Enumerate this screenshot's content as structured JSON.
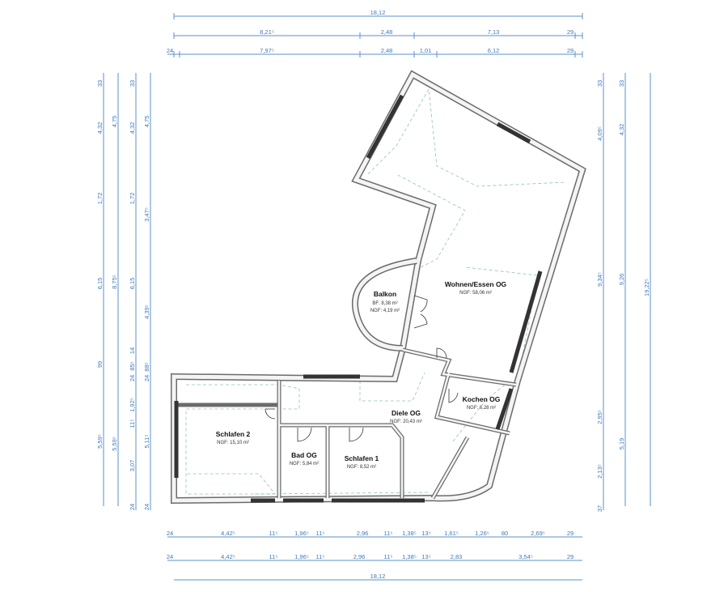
{
  "dimensions": {
    "top": [
      [
        "18,12"
      ],
      [
        "8,21⁵",
        "2,48",
        "7,13",
        "29"
      ],
      [
        "24",
        "7,97⁵",
        "2,48",
        "1,01",
        "6,12",
        "29"
      ]
    ],
    "bottom": [
      [
        "24",
        "4,42⁵",
        "11⁵",
        "1,96⁵",
        "11⁵",
        "2,96",
        "11⁵",
        "1,38⁵",
        "13⁵",
        "1,61⁵",
        "1,26⁵",
        "80",
        "2,69⁵",
        "29"
      ],
      [
        "24",
        "4,42⁵",
        "11⁵",
        "1,96⁵",
        "11⁵",
        "2,96",
        "11⁵",
        "1,38⁵",
        "13⁵",
        "2,83",
        "3,54⁵",
        "29"
      ],
      [
        "18,12"
      ]
    ],
    "left": [
      [
        "33",
        "4,32",
        "1,72",
        "6,15",
        "99",
        "5,59⁵"
      ],
      [
        "4,75",
        "8,75⁵",
        "5,59⁵"
      ],
      [
        "33",
        "4,32",
        "1,72",
        "6,15",
        "14",
        "85⁵",
        "24",
        "1,92⁵",
        "11⁵",
        "3,07",
        "24"
      ],
      [
        "4,75",
        "3,47⁵",
        "4,39⁵",
        "88⁵",
        "24",
        "5,11⁵",
        "24"
      ]
    ],
    "right": [
      [
        "33",
        "4,09⁵",
        "9,34⁵",
        "2,95⁵",
        "2,13⁵",
        "37"
      ],
      [
        "33",
        "4,32",
        "9,26",
        "5,19"
      ],
      [
        "19,22⁵"
      ]
    ]
  },
  "rooms": [
    {
      "name": "Balkon",
      "areas": [
        "BF: 8,38 m²",
        "NGF: 4,19 m²"
      ]
    },
    {
      "name": "Wohnen/Essen OG",
      "areas": [
        "NGF: 58,06 m²"
      ]
    },
    {
      "name": "Kochen OG",
      "areas": [
        "NGF: 6,28 m²"
      ]
    },
    {
      "name": "Diele OG",
      "areas": [
        "NGF: 20,43 m²"
      ]
    },
    {
      "name": "Schlafen 2",
      "areas": [
        "NGF: 15,10 m²"
      ]
    },
    {
      "name": "Bad OG",
      "areas": [
        "NGF: 5,84 m²"
      ]
    },
    {
      "name": "Schlafen 1",
      "areas": [
        "NGF: 8,52 m²"
      ]
    }
  ],
  "colors": {
    "dimension": "#5b92cc",
    "wall": "#6b6b6b",
    "area_outline": "#8fc4b0"
  }
}
